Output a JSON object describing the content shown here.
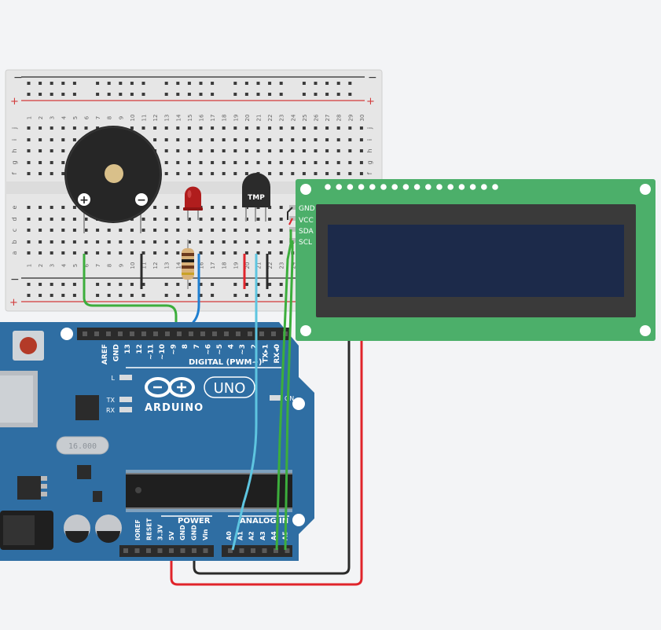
{
  "breadboard": {
    "rail_minus": "−",
    "rail_plus": "+",
    "col_numbers": [
      "1",
      "2",
      "3",
      "4",
      "5",
      "6",
      "7",
      "8",
      "9",
      "10",
      "11",
      "12",
      "13",
      "14",
      "15",
      "16",
      "17",
      "18",
      "19",
      "20",
      "21",
      "22",
      "23",
      "24",
      "25",
      "26",
      "27",
      "28",
      "29",
      "30"
    ],
    "row_letters_top": [
      "j",
      "i",
      "h",
      "g",
      "f"
    ],
    "row_letters_bottom": [
      "e",
      "d",
      "c",
      "b",
      "a"
    ]
  },
  "buzzer": {
    "plus": "+",
    "minus": "−"
  },
  "temp_sensor": {
    "label": "TMP"
  },
  "lcd": {
    "pins": [
      "GND",
      "VCC",
      "SDA",
      "SCL"
    ],
    "colors": {
      "pcb": "#4caf6a",
      "bezel": "#3a3a3a",
      "screen": "#1c2a4a"
    }
  },
  "arduino": {
    "brand": "ARDUINO",
    "model": "UNO",
    "digital_label": "DIGITAL (PWM~)",
    "digital_pins": [
      "AREF",
      "GND",
      "13",
      "12",
      "~11",
      "~10",
      "~9",
      "8",
      "7",
      "~6",
      "~5",
      "4",
      "~3",
      "2",
      "TX▸1",
      "RX◂0"
    ],
    "led_labels": [
      "L",
      "TX",
      "RX"
    ],
    "on_label": "ON",
    "crystal": "16.000",
    "power_label": "POWER",
    "analog_label": "ANALOG IN",
    "power_pins": [
      "IOREF",
      "RESET",
      "3.3V",
      "5V",
      "GND",
      "GND",
      "Vin"
    ],
    "analog_pins": [
      "A0",
      "A1",
      "A2",
      "A3",
      "A4",
      "A5"
    ],
    "colors": {
      "board": "#2f6ea3",
      "header": "#2b2b2b"
    }
  },
  "wire_colors": {
    "green": "#3cae3c",
    "blue": "#1f7fd0",
    "light_blue": "#5ec5e0",
    "red": "#e0242b",
    "black": "#2a2a2a"
  }
}
